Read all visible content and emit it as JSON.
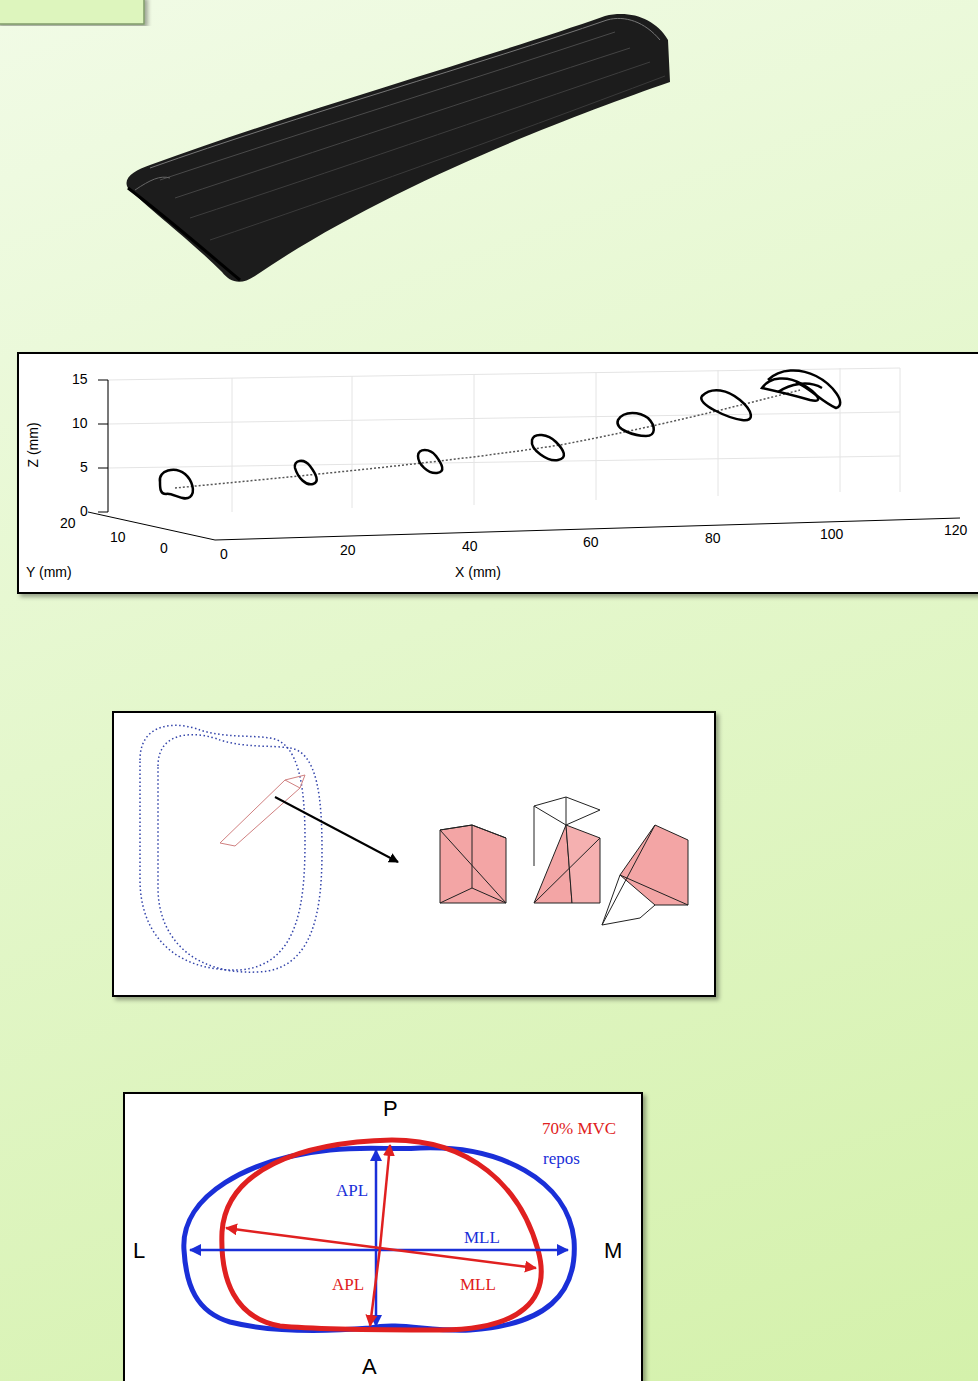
{
  "diagram": {
    "labels": [
      "15",
      "10",
      "5",
      "0",
      "Z (mm)",
      "20",
      "10",
      "0",
      "Y (mm)",
      "0",
      "20",
      "40",
      "60",
      "80",
      "100",
      "120",
      "X (mm)",
      "P",
      "70% MVC",
      "repos",
      "APL",
      "L",
      "MLL",
      "M",
      "MLL",
      "APL",
      "A"
    ]
  }
}
